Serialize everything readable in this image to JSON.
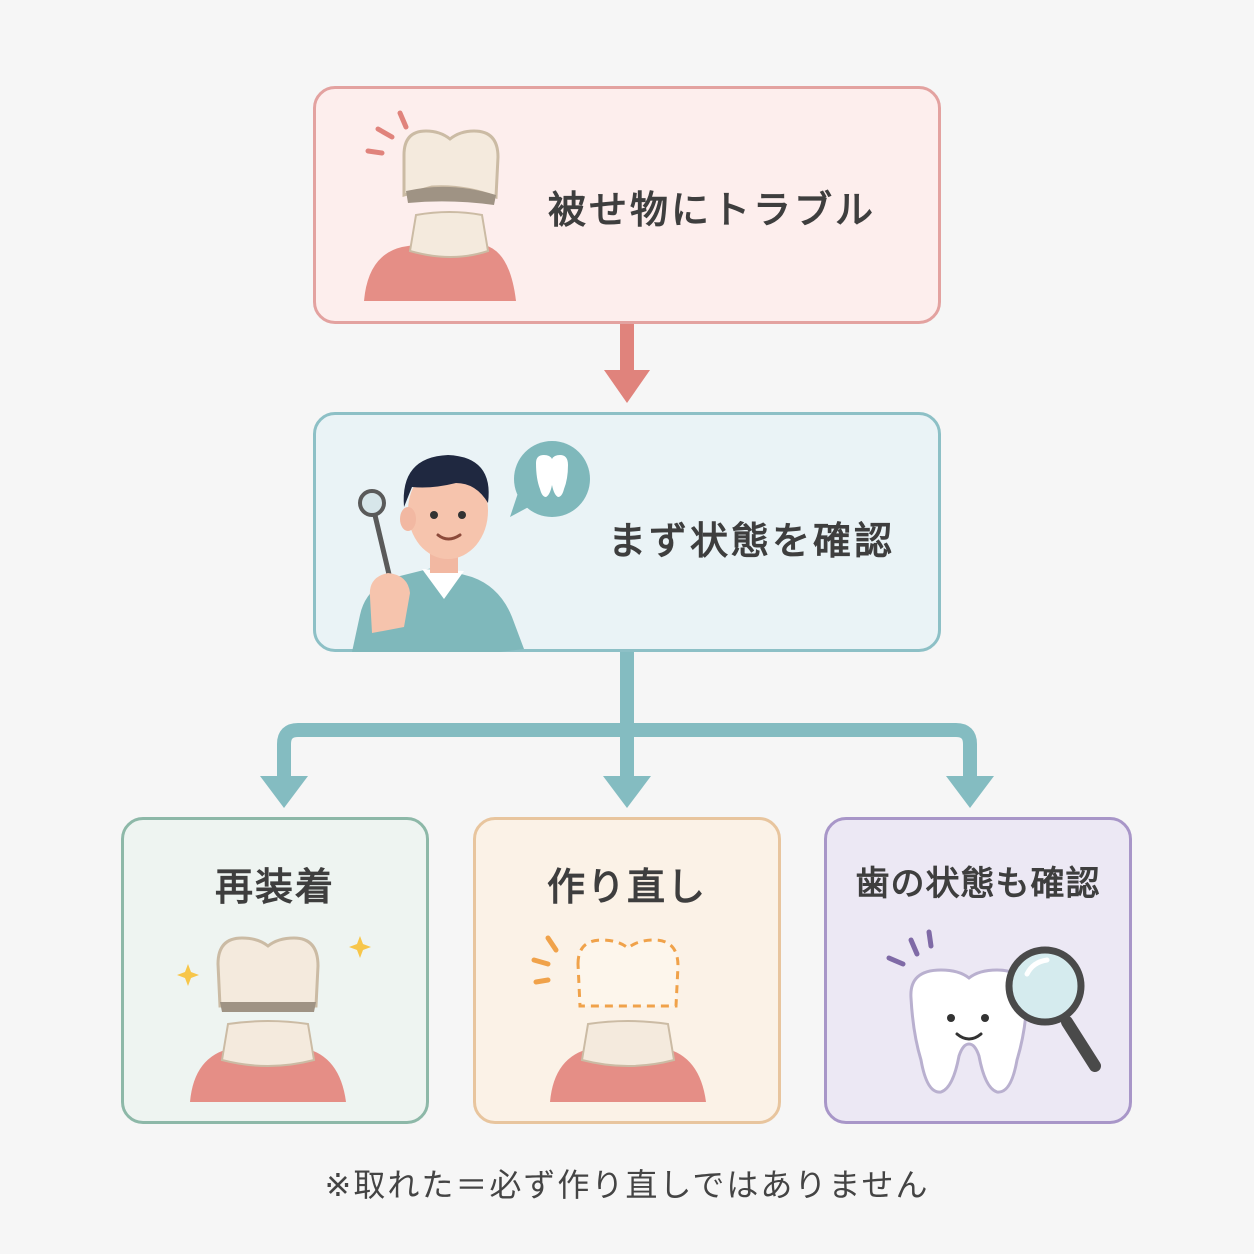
{
  "top_box": {
    "title": "被せ物にトラブル",
    "icon": "crown-off-icon"
  },
  "mid_box": {
    "title": "まず状態を確認",
    "icon": "dentist-icon",
    "bubble_icon": "tooth-icon"
  },
  "options": [
    {
      "title": "再装着",
      "icon": "crown-reattach-icon"
    },
    {
      "title": "作り直し",
      "icon": "crown-remake-icon"
    },
    {
      "title": "歯の状態も確認",
      "icon": "tooth-inspect-icon"
    }
  ],
  "note": "※取れた＝必ず作り直しではありません",
  "colors": {
    "top_border": "#e3a2a0",
    "top_fill": "#fdeeed",
    "top_arrow": "#e0837c",
    "mid_border": "#8dc0c6",
    "mid_fill": "#eaf3f6",
    "connector": "#84bcc1",
    "left_border": "#8db8a8",
    "center_border": "#e8c59e",
    "right_border": "#a896c8"
  }
}
